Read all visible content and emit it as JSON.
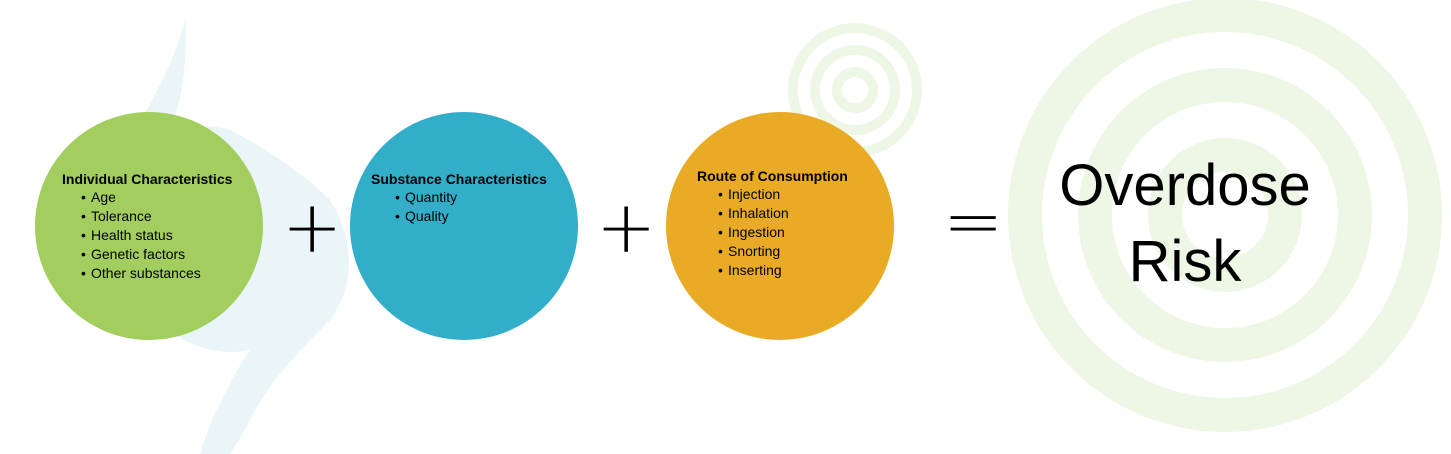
{
  "colors": {
    "green": "#a2ce5f",
    "teal": "#32aec8",
    "gold": "#e9ab26",
    "watermark_green": "#eef6e6",
    "watermark_blue": "#eaf5f8"
  },
  "circles": [
    {
      "title": "Individual Characteristics",
      "items": [
        "Age",
        "Tolerance",
        "Health status",
        "Genetic factors",
        "Other substances"
      ]
    },
    {
      "title": "Substance Characteristics",
      "items": [
        "Quantity",
        "Quality"
      ]
    },
    {
      "title": "Route of Consumption",
      "items": [
        "Injection",
        "Inhalation",
        "Ingestion",
        "Snorting",
        "Inserting"
      ]
    }
  ],
  "operators": {
    "plus1": "+",
    "plus2": "+",
    "equals": "="
  },
  "result": {
    "line1": "Overdose",
    "line2": "Risk"
  }
}
